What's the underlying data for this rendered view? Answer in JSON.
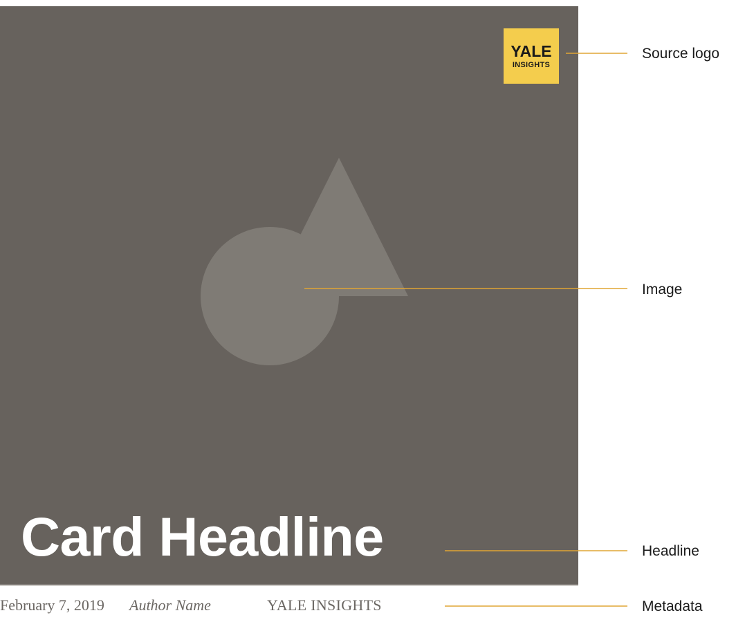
{
  "card": {
    "background_color": "#67625d",
    "logo": {
      "line1": "YALE",
      "line2": "INSIGHTS",
      "background_color": "#f4cd4d"
    },
    "image": {
      "icon": "image-placeholder-icon",
      "shape_color": "#7f7b75"
    },
    "headline": "Card Headline"
  },
  "metadata": {
    "date": "February 7, 2019",
    "author": "Author Name",
    "source": "YALE INSIGHTS"
  },
  "callouts": {
    "line_color": "#e0a535",
    "source_logo": "Source logo",
    "image": "Image",
    "headline": "Headline",
    "metadata": "Metadata"
  }
}
